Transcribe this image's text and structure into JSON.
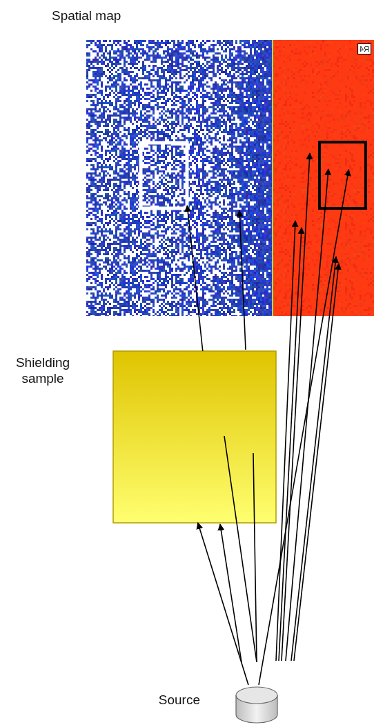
{
  "diagram": {
    "nodes": [
      {
        "text": [
          "Spatial map"
        ]
      },
      {
        "text": [
          "Shielding sample"
        ]
      },
      {
        "text": [
          "Source"
        ]
      }
    ],
    "edges": [
      {
        "from": 2,
        "to": 1,
        "arrow": "to"
      },
      {
        "from": 1,
        "to": 0,
        "arrow": "to"
      },
      {
        "from": 2,
        "to": 0,
        "arrow": "to"
      }
    ],
    "labels": [
      "R4"
    ]
  }
}
